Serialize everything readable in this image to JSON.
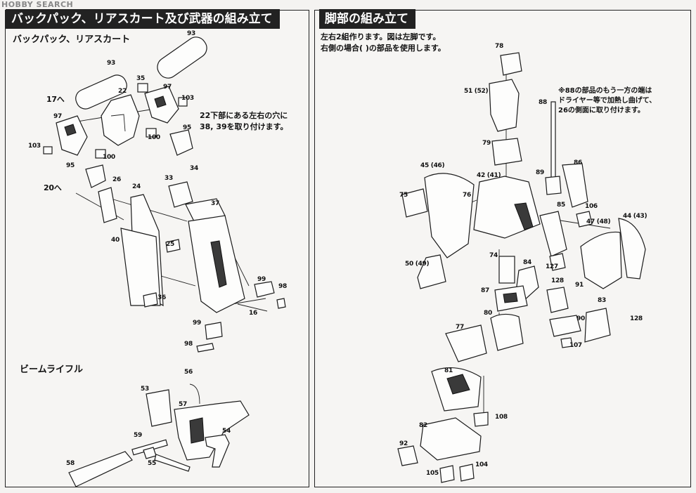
{
  "watermark": "HOBBY SEARCH",
  "left_panel": {
    "title": "バックパック、リアスカート及び武器の組み立て",
    "backpack_heading": "バックパック、リアスカート",
    "backpack_note": [
      "22下部にある左右の穴に",
      "38, 39を取り付けます。"
    ],
    "rifle_heading": "ビームライフル",
    "callouts": [
      "17へ",
      "20へ"
    ],
    "part_numbers": [
      "93",
      "93",
      "35",
      "97",
      "22",
      "103",
      "97",
      "100",
      "95",
      "103",
      "95",
      "100",
      "26",
      "24",
      "33",
      "34",
      "37",
      "40",
      "25",
      "36",
      "99",
      "98",
      "16",
      "99",
      "98",
      "56",
      "53",
      "57",
      "59",
      "54",
      "55",
      "58"
    ]
  },
  "right_panel": {
    "title": "脚部の組み立て",
    "note": [
      "左右2組作ります。図は左脚です。",
      "右側の場合(   )の部品を使用します。"
    ],
    "side_note": [
      "※88の部品のもう一方の端は",
      "ドライヤー等で加熱し曲げて、",
      "26の側面に取り付けます。"
    ],
    "part_numbers": [
      "78",
      "51 (52)",
      "88",
      "79",
      "45 (46)",
      "42 (41)",
      "89",
      "86",
      "75",
      "76",
      "106",
      "85",
      "47 (48)",
      "44 (43)",
      "74",
      "50 (49)",
      "127",
      "84",
      "128",
      "91",
      "87",
      "83",
      "128",
      "80",
      "90",
      "77",
      "107",
      "81",
      "108",
      "82",
      "92",
      "105",
      "104"
    ]
  }
}
